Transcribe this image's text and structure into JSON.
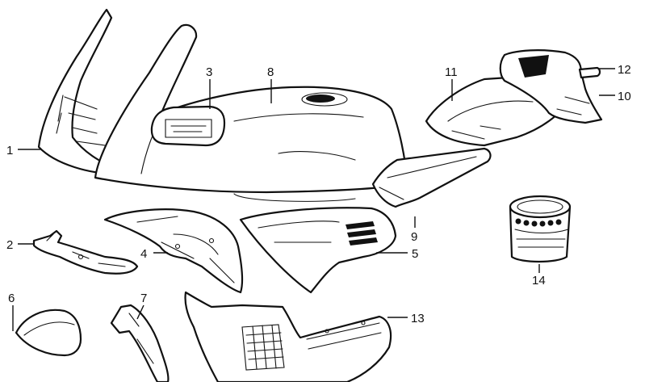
{
  "diagram": {
    "callouts": [
      "1",
      "2",
      "3",
      "4",
      "5",
      "6",
      "7",
      "8",
      "9",
      "10",
      "11",
      "12",
      "13",
      "14"
    ],
    "colors": {
      "line": "#111111",
      "fill": "#ffffff",
      "background": "#ffffff"
    }
  }
}
